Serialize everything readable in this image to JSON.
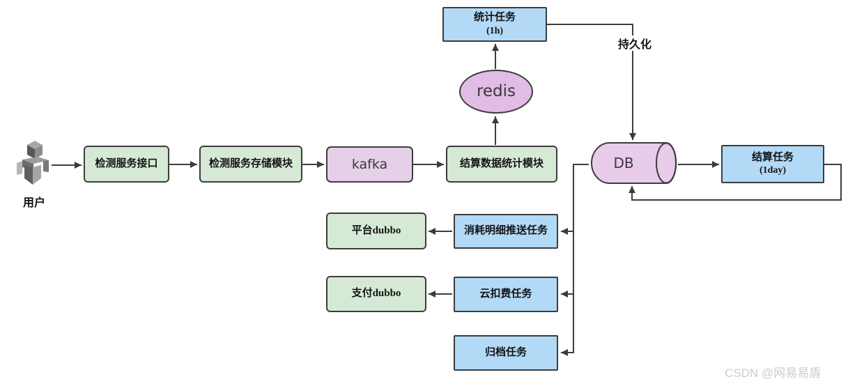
{
  "diagram": {
    "title": "settlement-billing-flowchart",
    "colors": {
      "green_fill": "#d6e9d5",
      "blue_fill": "#b2d9f6",
      "purple_fill": "#e6cfe9",
      "redis_fill": "#e1bce4",
      "db_fill": "#e9cbec",
      "border": "#3c3c3c",
      "line": "#3c3c3c",
      "watermark": "#cccccc"
    },
    "icons": {
      "user": "user-3d-figure-icon"
    },
    "nodes": {
      "user": {
        "label": "用户"
      },
      "detect_api": {
        "label": "检测服务接口"
      },
      "detect_storage": {
        "label": "检测服务存储模块"
      },
      "kafka": {
        "label": "kafka"
      },
      "settle_stats": {
        "label": "结算数据统计模块"
      },
      "redis": {
        "label": "redis"
      },
      "stats_task": {
        "label": "统计任务",
        "sub": "(1h)"
      },
      "db": {
        "label": "DB"
      },
      "settle_task": {
        "label": "结算任务",
        "sub": "(1day)"
      },
      "platform_dubbo": {
        "label": "平台dubbo"
      },
      "consume_push_task": {
        "label": "消耗明细推送任务"
      },
      "pay_dubbo": {
        "label": "支付dubbo"
      },
      "cloud_charge_task": {
        "label": "云扣费任务"
      },
      "archive_task": {
        "label": "归档任务"
      }
    },
    "edge_labels": {
      "persist": "持久化"
    },
    "watermark": "CSDN @网易易盾"
  }
}
